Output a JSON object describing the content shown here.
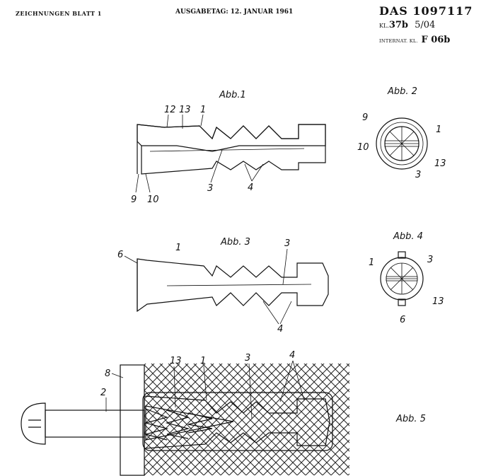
{
  "header": {
    "left": "ZEICHNUNGEN BLATT 1",
    "issue_date": "AUSGABETAG: 12. JANUAR 1961",
    "patent_number": "DAS 1097117",
    "class_prefix": "KL.",
    "class_main": "37b",
    "class_sub": "5/04",
    "intl_prefix": "INTERNAT. KL.",
    "intl_class": "F 06b"
  },
  "figures": {
    "fig1": {
      "title": "Abb.1",
      "labels": [
        "12",
        "13",
        "1",
        "3",
        "4",
        "9",
        "10"
      ]
    },
    "fig2": {
      "title": "Abb. 2",
      "labels": [
        "9",
        "1",
        "10",
        "13",
        "3"
      ]
    },
    "fig3": {
      "title": "Abb. 3",
      "labels": [
        "6",
        "1",
        "3",
        "4"
      ]
    },
    "fig4": {
      "title": "Abb. 4",
      "labels": [
        "3",
        "1",
        "13",
        "6"
      ]
    },
    "fig5": {
      "title": "Abb. 5",
      "labels": [
        "8",
        "13",
        "1",
        "3",
        "4",
        "2"
      ]
    }
  }
}
